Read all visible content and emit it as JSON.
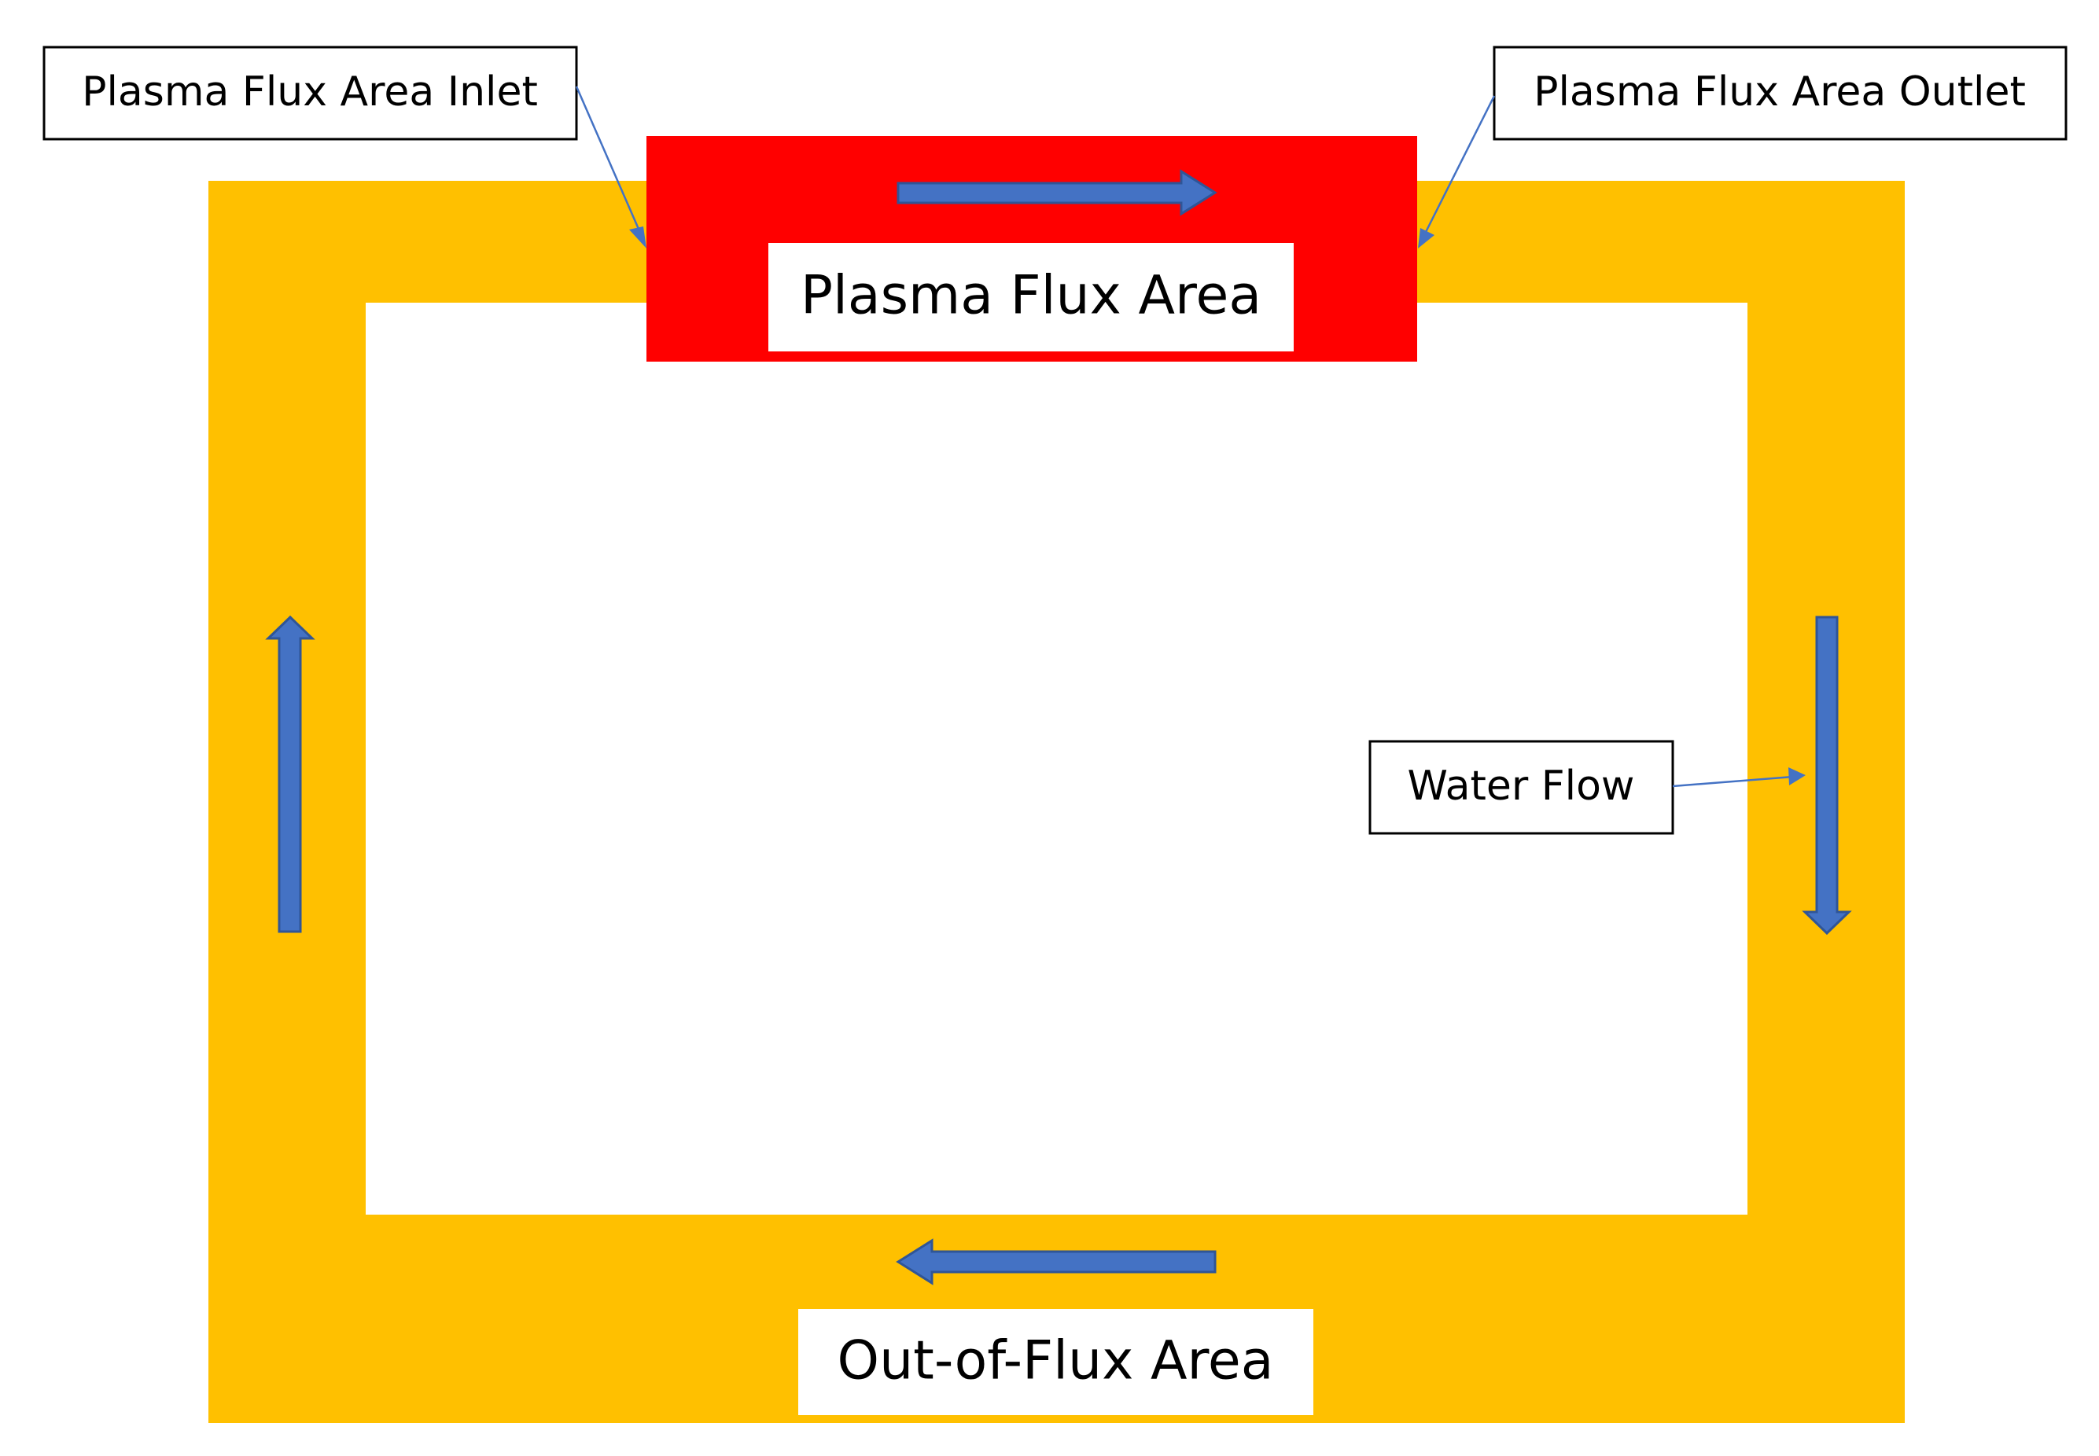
{
  "labels": {
    "plasma_flux_area": "Plasma Flux Area",
    "out_of_flux_area": "Out-of-Flux Area",
    "inlet_callout": "Plasma Flux Area Inlet",
    "outlet_callout": "Plasma Flux Area Outlet",
    "water_flow_callout": "Water Flow"
  },
  "colors": {
    "loop_fill": "#FFC000",
    "plasma_fill": "#FF0000",
    "arrow_fill": "#4472C4",
    "arrow_stroke": "#2F5597",
    "callout_line": "#4472C4",
    "background": "#FFFFFF"
  },
  "flow": {
    "top": "right",
    "right": "down",
    "bottom": "left",
    "left": "up"
  }
}
